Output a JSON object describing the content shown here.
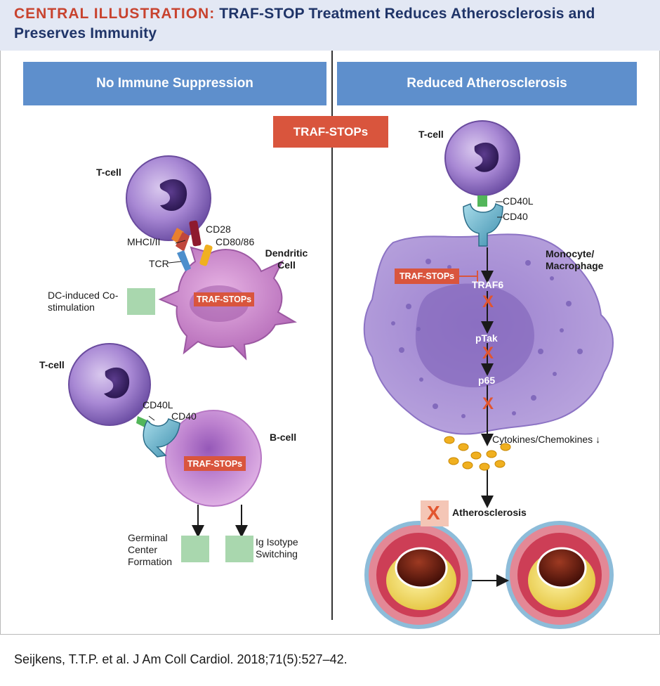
{
  "header": {
    "title_lead": "CENTRAL ILLUSTRATION:",
    "title_rest": "TRAF-STOP Treatment Reduces Atherosclerosis and Preserves Immunity"
  },
  "panels": {
    "left_title": "No Immune Suppression",
    "right_title": "Reduced Atherosclerosis",
    "center_box": "TRAF-STOPs"
  },
  "left": {
    "tcell_1": "T-cell",
    "mhc": "MHCI/II",
    "tcr": "TCR",
    "cd28": "CD28",
    "cd80": "CD80/86",
    "dc_label": "Dendritic Cell",
    "dc_outcome": "DC-induced Co-stimulation",
    "dc_drug": "TRAF-STOPs",
    "tcell_2": "T-cell",
    "cd40l": "CD40L",
    "cd40": "CD40",
    "bcell_label": "B-cell",
    "b_drug": "TRAF-STOPs",
    "outcome_1": "Germinal Center Formation",
    "outcome_2": "Ig Isotype Switching"
  },
  "right": {
    "tcell": "T-cell",
    "cd40l": "CD40L",
    "cd40": "CD40",
    "macro_label": "Monocyte/ Macrophage",
    "drug": "TRAF-STOPs",
    "traf6": "TRAF6",
    "ptak": "pTak",
    "p65": "p65",
    "cytokines": "Cytokines/Chemokines",
    "cytokines_arrow": "↓",
    "athero": "Atherosclerosis",
    "x_mark": "X"
  },
  "citation": "Seijkens, T.T.P. et al. J Am Coll Cardiol. 2018;71(5):527–42.",
  "colors": {
    "header_bg": "#e3e8f4",
    "band": "#5e8fcc",
    "drug": "#d9553d",
    "cell_purple": "#9a78c8",
    "check_green": "#a9d7ae"
  }
}
